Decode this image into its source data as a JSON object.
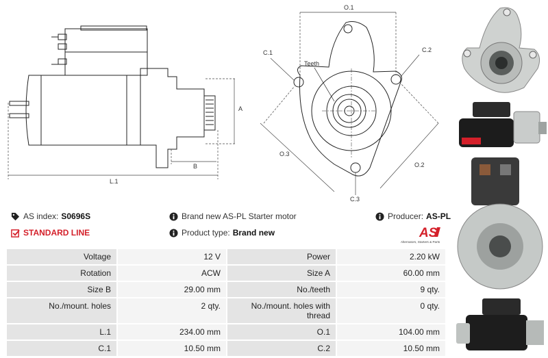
{
  "drawing": {
    "dim_L1": "L.1",
    "dim_A": "A",
    "dim_B": "B",
    "dim_O1": "O.1",
    "dim_O2": "O.2",
    "dim_O3": "O.3",
    "dim_C1": "C.1",
    "dim_C2": "C.2",
    "dim_C3": "C.3",
    "teeth_label": "Teeth"
  },
  "info": {
    "as_index_label": "AS index:",
    "as_index_value": "S0696S",
    "standard_line": "STANDARD LINE",
    "description": "Brand new AS-PL Starter motor",
    "product_type_label": "Product type:",
    "product_type_value": "Brand new",
    "producer_label": "Producer:",
    "producer_value": "AS-PL"
  },
  "logo": {
    "text": "AS",
    "tagline": "Alternators, Starters & Parts",
    "color": "#d4202a"
  },
  "specs": [
    [
      {
        "k": "Voltage",
        "v": "12 V"
      },
      {
        "k": "Power",
        "v": "2.20 kW"
      }
    ],
    [
      {
        "k": "Rotation",
        "v": "ACW"
      },
      {
        "k": "Size A",
        "v": "60.00 mm"
      }
    ],
    [
      {
        "k": "Size B",
        "v": "29.00 mm"
      },
      {
        "k": "No./teeth",
        "v": "9 qty."
      }
    ],
    [
      {
        "k": "No./mount. holes",
        "v": "2 qty."
      },
      {
        "k": "No./mount. holes with thread",
        "v": "0 qty."
      }
    ],
    [
      {
        "k": "L.1",
        "v": "234.00 mm"
      },
      {
        "k": "O.1",
        "v": "104.00 mm"
      }
    ],
    [
      {
        "k": "C.1",
        "v": "10.50 mm"
      },
      {
        "k": "C.2",
        "v": "10.50 mm"
      }
    ]
  ]
}
